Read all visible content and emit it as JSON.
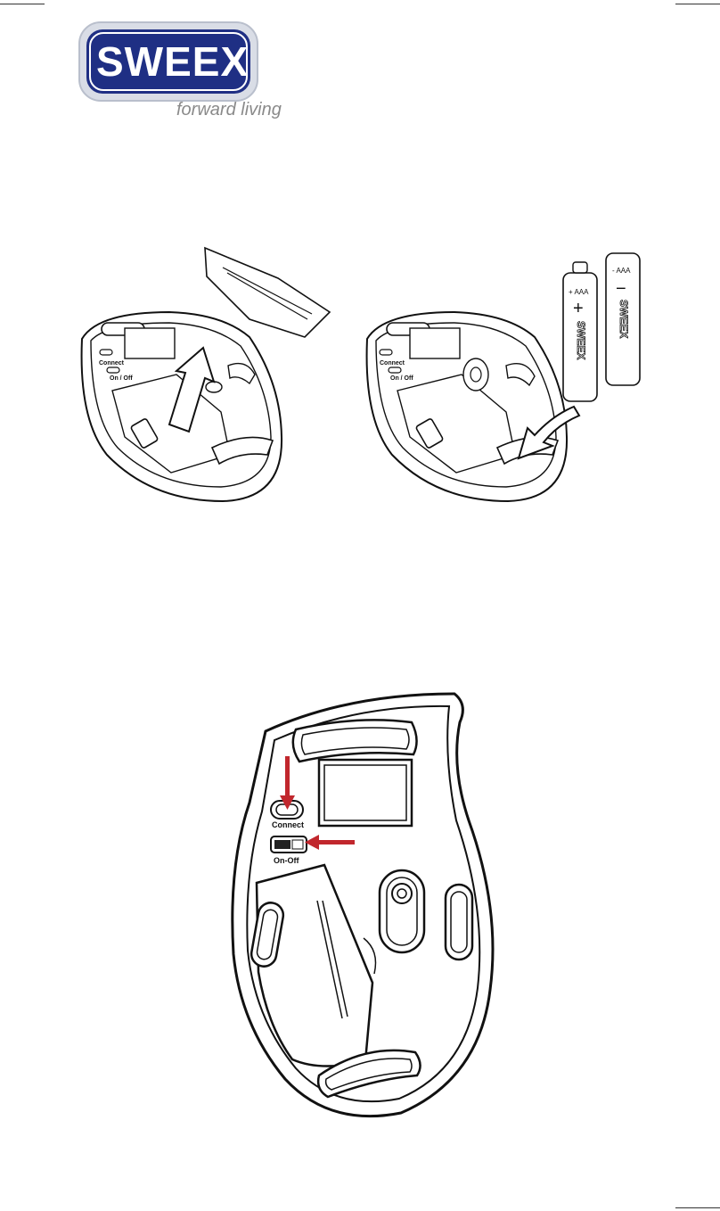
{
  "logo": {
    "brand": "SWEEX",
    "tagline": "forward living",
    "colors": {
      "badge_outer": "#d9dde6",
      "badge_inner": "#1f2f84",
      "badge_text": "#ffffff",
      "tagline": "#8a8a8a"
    }
  },
  "figure1": {
    "connect_label": "Connect",
    "onoff_label": "On / Off"
  },
  "figure2": {
    "connect_label": "Connect",
    "onoff_label": "On / Off",
    "battery_left": {
      "polarity_text": "+ AAA",
      "polarity_symbol": "+",
      "brand": "SWEEX"
    },
    "battery_right": {
      "polarity_text": "- AAA",
      "polarity_symbol": "−",
      "brand": "SWEEX"
    }
  },
  "figure3": {
    "connect_label": "Connect",
    "onoff_label": "On-Off",
    "arrow_color": "#c1272d"
  }
}
